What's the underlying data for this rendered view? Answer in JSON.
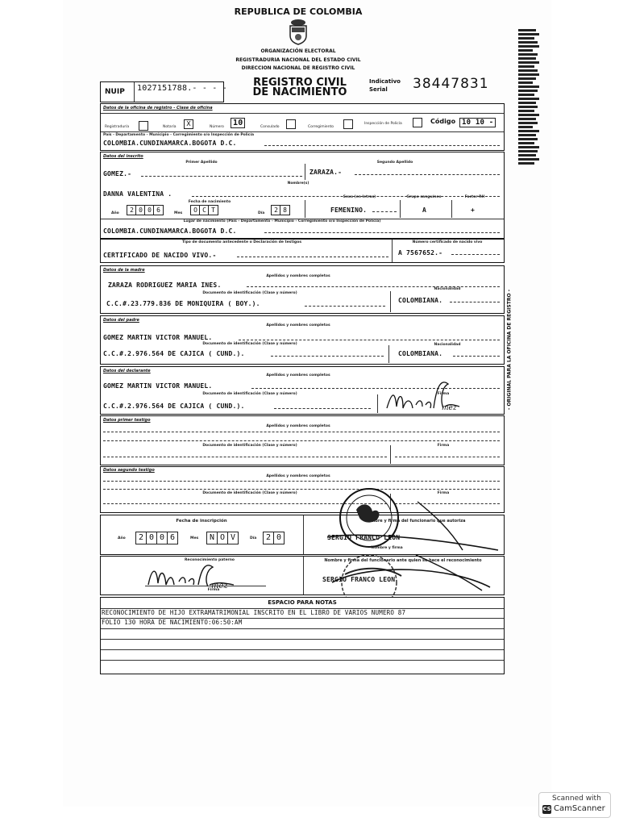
{
  "header": {
    "country": "REPUBLICA DE COLOMBIA",
    "org1": "ORGANIZACIÓN ELECTORAL",
    "org2": "REGISTRADURIA NACIONAL DEL ESTADO CIVIL",
    "org3": "DIRECCION NACIONAL DE REGISTRO CIVIL",
    "title1": "REGISTRO CIVIL",
    "title2": "DE NACIMIENTO",
    "indicativo1": "Indicativo",
    "indicativo2": "Serial",
    "serial": "38447831",
    "nuip_label": "NUIP",
    "nuip_value": "1027151788.- - - -"
  },
  "oficina": {
    "section": "Datos de la oficina de registro - Clase de oficina",
    "registraduria": "Registraduría",
    "notaria": "Notaría",
    "notaria_mark": "X",
    "numero": "Número",
    "numero_value": "10",
    "consulado": "Consulado",
    "corregimiento": "Corregimiento",
    "inspeccion": "Inspección de Policía",
    "codigo": "Código",
    "codigo_value": "10 10 -",
    "pais_label": "País - Departamento - Municipio - Corregimiento o/o Inspección de Policía",
    "pais_value": "COLOMBIA.CUNDINAMARCA.BOGOTA D.C."
  },
  "inscrito": {
    "section": "Datos del inscrito",
    "primer_apellido_lbl": "Primer Apellido",
    "segundo_apellido_lbl": "Segundo Apellido",
    "primer_apellido": "GOMEZ.-",
    "segundo_apellido": "ZARAZA.-",
    "nombres_lbl": "Nombre(s)",
    "nombres": "DANNA VALENTINA .",
    "fecha_lbl": "Fecha de nacimiento",
    "sexo_lbl": "Sexo (en letras)",
    "grupo_lbl": "Grupo sanguíneo",
    "factor_lbl": "Factor RH",
    "ano_lbl": "Año",
    "ano": [
      "2",
      "0",
      "0",
      "6"
    ],
    "mes_lbl": "Mes",
    "mes": [
      "O",
      "C",
      "T"
    ],
    "dia_lbl": "Día",
    "dia": [
      "2",
      "8"
    ],
    "sexo": "FEMENINO.",
    "grupo": "A",
    "factor": "+",
    "lugar_lbl": "Lugar de nacimiento (País - Departamento - Municipio - Corregimiento o/o Inspección de Policía)",
    "lugar": "COLOMBIA.CUNDINAMARCA.BOGOTA D.C.",
    "tipo_doc_lbl": "Tipo de documento antecedente o Declaración de testigos",
    "num_cert_lbl": "Número certificado de nacido vivo",
    "tipo_doc": "CERTIFICADO DE NACIDO VIVO.-",
    "num_cert": "A 7567652.-"
  },
  "madre": {
    "section": "Datos de la madre",
    "nombre_lbl": "Apellidos y nombres completos",
    "nombre": "ZARAZA RODRIGUEZ MARIA INES.",
    "doc_lbl": "Documento de identificación (Clase y número)",
    "nac_lbl": "Nacionalidad",
    "doc": "C.C.#.23.779.836 DE MONIQUIRA ( BOY.).",
    "nac": "COLOMBIANA."
  },
  "padre": {
    "section": "Datos del padre",
    "nombre_lbl": "Apellidos y nombres completos",
    "nombre": "GOMEZ MARTIN VICTOR MANUEL.",
    "doc_lbl": "Documento de identificación (Clase y número)",
    "nac_lbl": "Nacionalidad",
    "doc": "C.C.#.2.976.564 DE CAJICA ( CUND.).",
    "nac": "COLOMBIANA."
  },
  "declarante": {
    "section": "Datos del declarante",
    "nombre_lbl": "Apellidos y nombres completos",
    "nombre": "GOMEZ MARTIN VICTOR MANUEL.",
    "doc_lbl": "Documento de identificación (Clase y número)",
    "firma_lbl": "Firma",
    "doc": "C.C.#.2.976.564 DE CAJICA ( CUND.).",
    "signature": "ManuelGómez"
  },
  "testigo1": {
    "section": "Datos primer testigo",
    "nombre_lbl": "Apellidos y nombres completos",
    "doc_lbl": "Documento de identificación (Clase y número)",
    "firma_lbl": "Firma"
  },
  "testigo2": {
    "section": "Datos segundo testigo",
    "nombre_lbl": "Apellidos y nombres completos",
    "doc_lbl": "Documento de identificación (Clase y número)",
    "firma_lbl": "Firma"
  },
  "inscripcion": {
    "fecha_lbl": "Fecha de inscripción",
    "ano_lbl": "Año",
    "ano": [
      "2",
      "0",
      "0",
      "6"
    ],
    "mes_lbl": "Mes",
    "mes": [
      "N",
      "O",
      "V"
    ],
    "dia_lbl": "Día",
    "dia": [
      "2",
      "0"
    ],
    "funcionario_lbl": "Nombre y firma del funcionario que autoriza",
    "funcionario": "SERGIO FRANCO LEON",
    "funcionario_sub": "Nombre y firma"
  },
  "reconocimiento": {
    "paterno_lbl": "Reconocimiento paterno",
    "firma_lbl": "Firma",
    "signature": "ManuelGómez",
    "funcionario_lbl": "Nombre y firma del funcionario ante quien se hace el reconocimiento",
    "funcionario": "SERGIO FRANCO LEON"
  },
  "notas": {
    "title": "ESPACIO PARA NOTAS",
    "line1": "RECONOCIMIENTO DE HIJO EXTRAMATRIMONIAL INSCRITO EN EL LIBRO DE VARIOS NUMERO  87",
    "line2": "FOLIO 130  HORA DE NACIMIENTO:06:50:AM"
  },
  "side_text": "- ORIGINAL PARA LA OFICINA DE REGISTRO -",
  "camscanner": {
    "line1": "Scanned with",
    "line2": "CamScanner"
  }
}
